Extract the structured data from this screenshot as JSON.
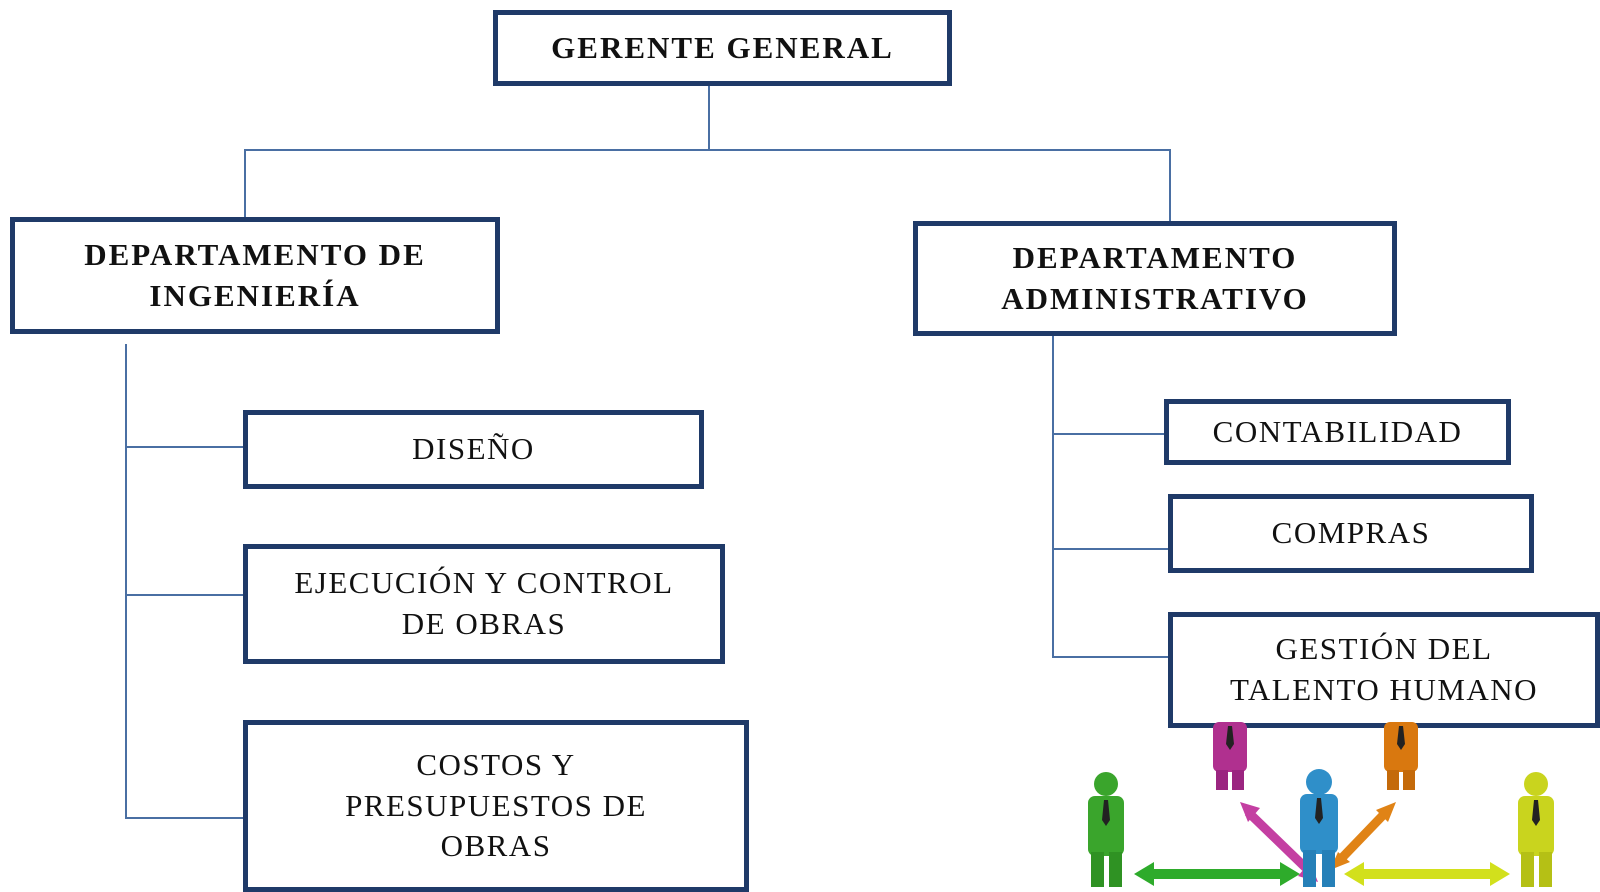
{
  "chart": {
    "root": {
      "label": "GERENTE GENERAL"
    },
    "departments": [
      {
        "label": "DEPARTAMENTO DE\nINGENIERÍA",
        "units": [
          {
            "label": "DISEÑO"
          },
          {
            "label": "EJECUCIÓN Y CONTROL\nDE OBRAS"
          },
          {
            "label": "COSTOS Y\nPRESUPUESTOS DE\nOBRAS"
          }
        ]
      },
      {
        "label": "DEPARTAMENTO\nADMINISTRATIVO",
        "units": [
          {
            "label": "CONTABILIDAD"
          },
          {
            "label": "COMPRAS"
          },
          {
            "label": "GESTIÓN DEL\nTALENTO HUMANO"
          }
        ]
      }
    ]
  },
  "decoration": {
    "icon": "team-network-people-icon",
    "colors": {
      "magenta": "#b0308f",
      "orange": "#d9780f",
      "blue": "#2f8fc9",
      "green": "#3aa52c",
      "yellow": "#c9d41e"
    }
  },
  "colors": {
    "box_border": "#1f3a68",
    "connector": "#4a6fa3"
  }
}
